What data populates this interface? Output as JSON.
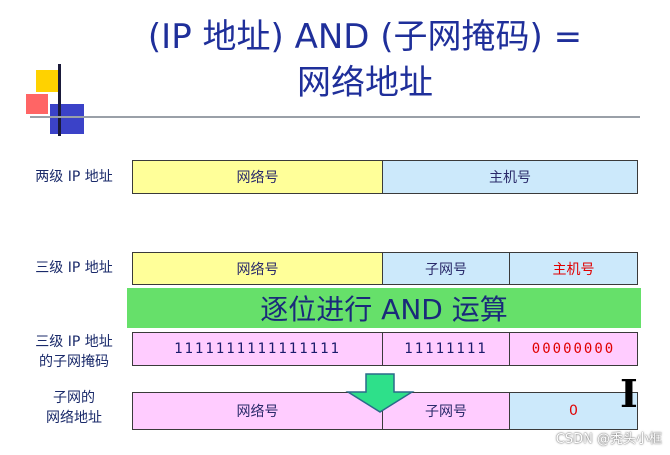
{
  "title_line1": "(IP 地址) AND (子网掩码) =",
  "title_line2": "网络地址",
  "row1": {
    "label": "两级 IP 地址",
    "network": "网络号",
    "host": "主机号"
  },
  "row2": {
    "label": "三级 IP 地址",
    "network": "网络号",
    "subnet": "子网号",
    "host": "主机号"
  },
  "banner": "逐位进行 AND 运算",
  "row3": {
    "label_line1": "三级 IP 地址",
    "label_line2": "的子网掩码",
    "network_bits": "1111111111111111",
    "subnet_bits": "11111111",
    "host_bits": "00000000"
  },
  "row4": {
    "label_line1": "子网的",
    "label_line2": "网络地址",
    "network": "网络号",
    "subnet": "子网号",
    "host": "0"
  },
  "cursor_glyph": "I",
  "watermark": "CSDN @秃头小框",
  "colors": {
    "title": "#1f2f9a",
    "network_cell": "#ffff99",
    "host_cell": "#cce9fb",
    "mask_cell": "#ffccff",
    "banner": "#66e06a",
    "highlight_red": "#e00000",
    "arrow": "#2ee08a"
  }
}
